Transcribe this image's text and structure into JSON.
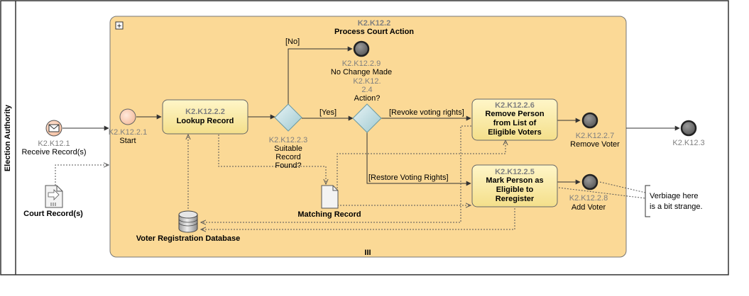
{
  "pool": {
    "lane_label": "Election Authority"
  },
  "subprocess": {
    "id": "K2.K12.2",
    "title": "Process Court Action",
    "expand_marker": "+",
    "multi_instance_marker": "III"
  },
  "receive_event": {
    "id": "K2.K12.1",
    "label": "Receive Record(s)"
  },
  "court_record": {
    "label": "Court Record(s)"
  },
  "start_event": {
    "id": "K2.K12.2.1",
    "label": "Start"
  },
  "lookup_task": {
    "id": "K2.K12.2.2",
    "label": "Lookup Record"
  },
  "gateway_suitable": {
    "id": "K2.K12.2.3",
    "label_lines": [
      "Suitable",
      "Record",
      "Found?"
    ]
  },
  "no_change_end": {
    "id": "K2.K12.2.9",
    "label": "No Change Made"
  },
  "gateway_action": {
    "id_lines": [
      "K2.K12.",
      "2.4"
    ],
    "label": "Action?"
  },
  "remove_task": {
    "id": "K2.K12.2.6",
    "label_lines": [
      "Remove Person",
      "from List of",
      "Eligible Voters"
    ]
  },
  "remove_end": {
    "id": "K2.K12.2.7",
    "label": "Remove Voter"
  },
  "mark_task": {
    "id": "K2.K12.2.5",
    "label_lines": [
      "Mark Person as",
      "Eligible to",
      "Reregister"
    ]
  },
  "add_end": {
    "id": "K2.K12.2.8",
    "label": "Add Voter"
  },
  "outer_end": {
    "id": "K2.K12.3"
  },
  "matching_record": {
    "label": "Matching Record"
  },
  "database": {
    "label": "Voter Registration Database"
  },
  "flow_labels": {
    "no": "[No]",
    "yes": "[Yes]",
    "revoke": "[Revoke voting rights]",
    "restore": "[Restore Voting Rights]"
  },
  "note": {
    "lines": [
      "Verbiage here",
      "is a bit strange."
    ]
  }
}
